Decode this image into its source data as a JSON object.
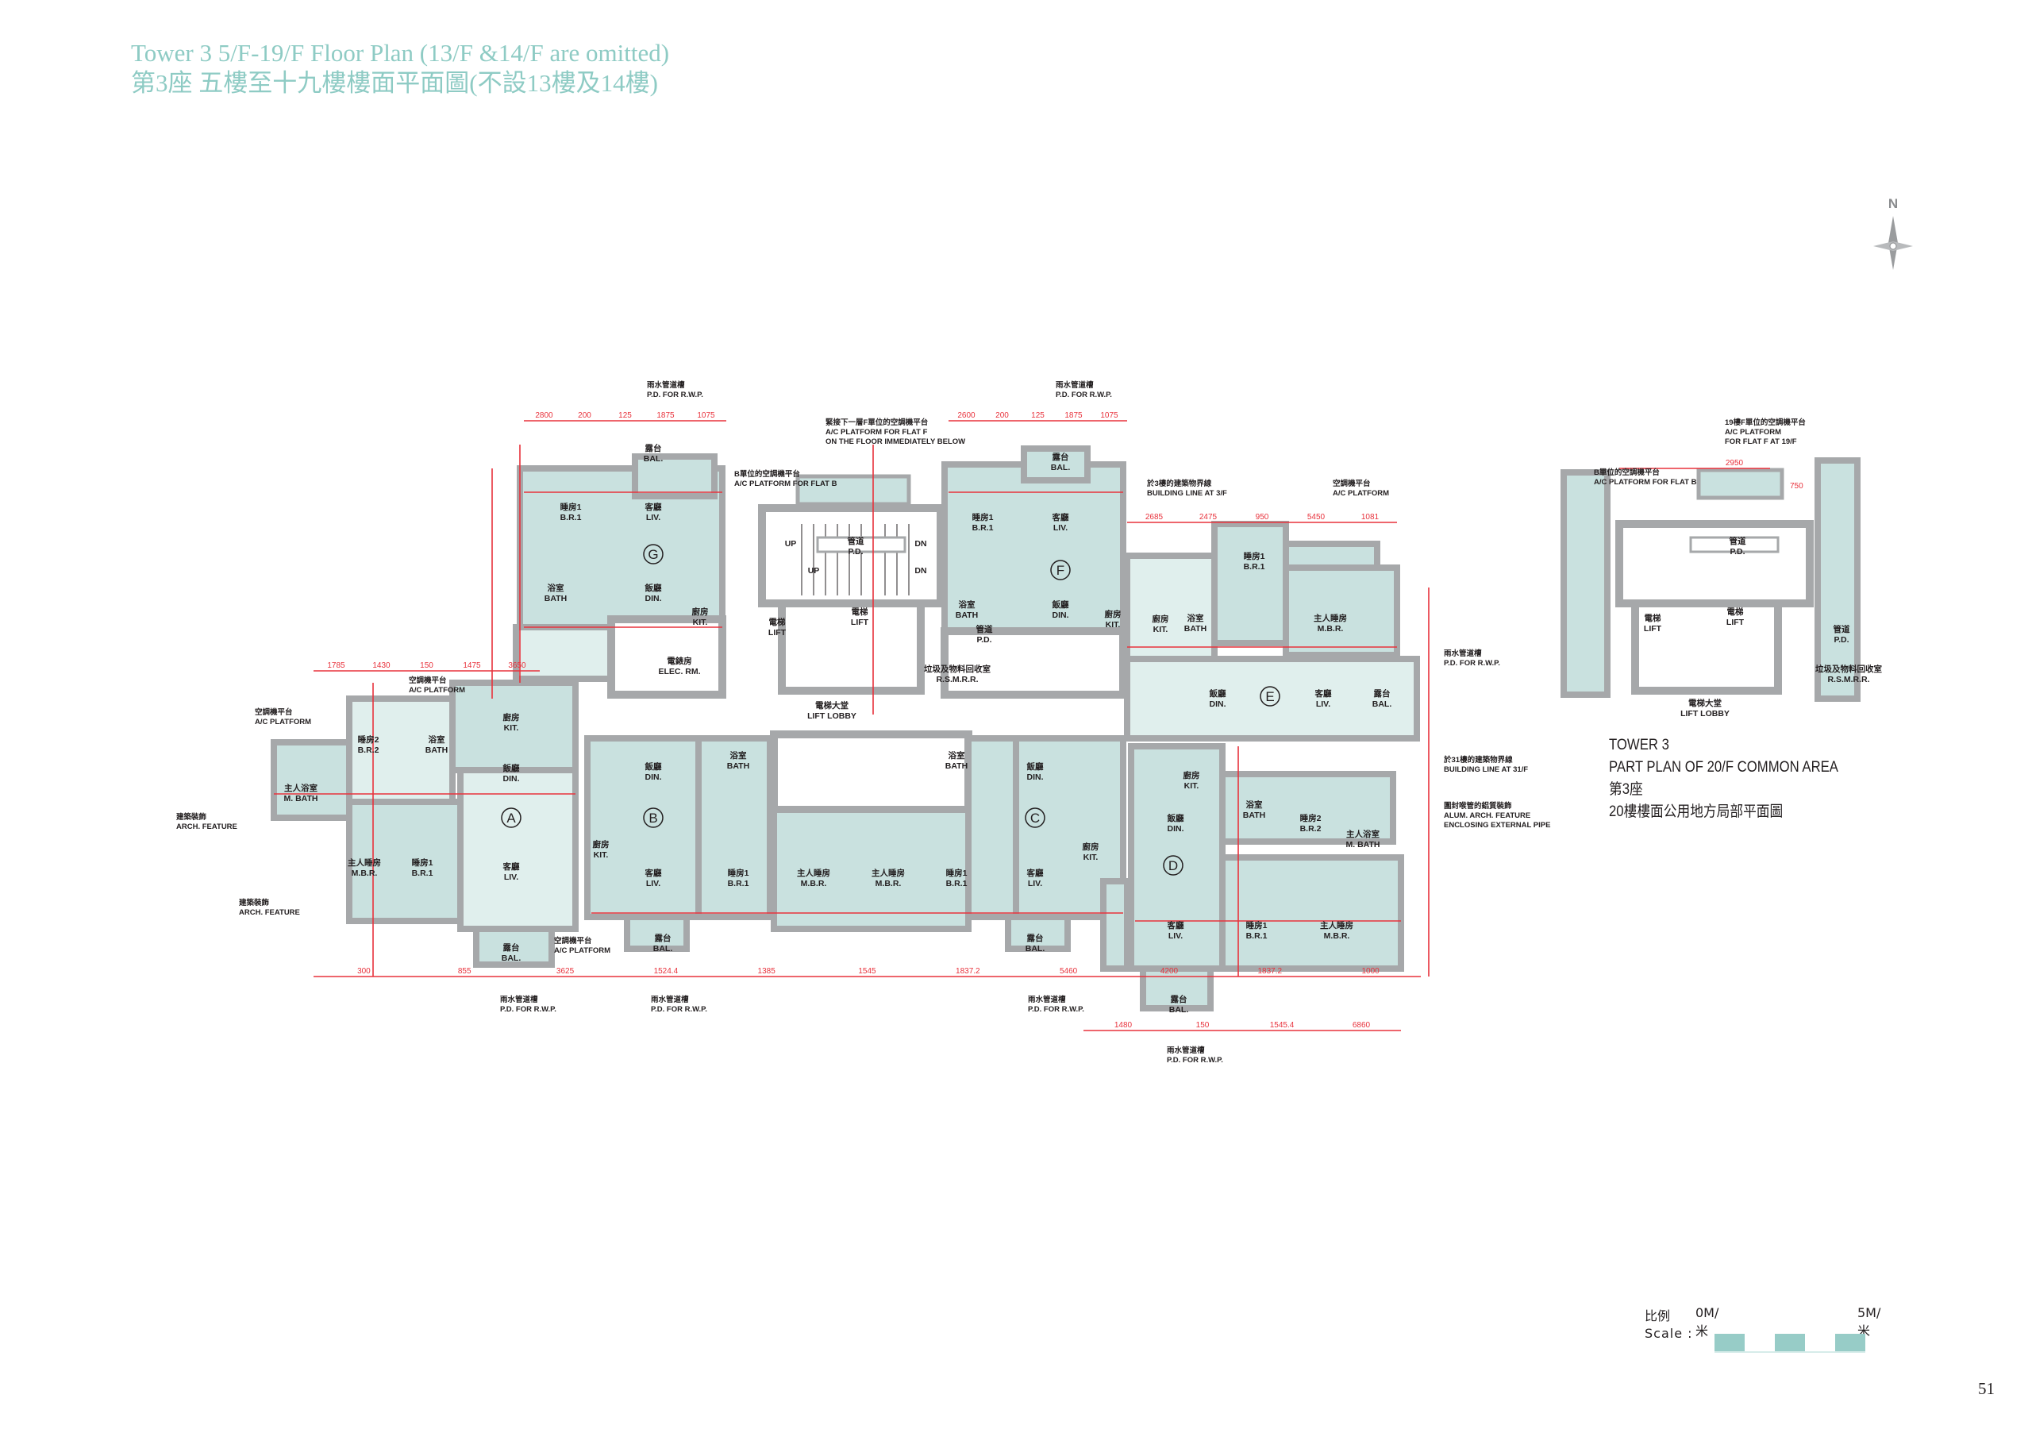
{
  "title": {
    "en": "Tower 3  5/F-19/F Floor Plan (13/F &14/F are omitted)",
    "zh": "第3座 五樓至十九樓樓面平面圖(不設13樓及14樓)"
  },
  "compass": {
    "label": "N",
    "icon": "north-arrow-icon"
  },
  "units": {
    "G": {
      "label": "G",
      "rooms": [
        {
          "zh": "睡房1",
          "en": "B.R.1"
        },
        {
          "zh": "客廳",
          "en": "LIV."
        },
        {
          "zh": "飯廳",
          "en": "DIN."
        },
        {
          "zh": "浴室",
          "en": "BATH"
        },
        {
          "zh": "廚房",
          "en": "KIT."
        },
        {
          "zh": "露台",
          "en": "BAL."
        },
        {
          "zh": "電錶房",
          "en": "ELEC. RM."
        }
      ]
    },
    "F": {
      "label": "F",
      "rooms": [
        {
          "zh": "睡房1",
          "en": "B.R.1"
        },
        {
          "zh": "客廳",
          "en": "LIV."
        },
        {
          "zh": "飯廳",
          "en": "DIN."
        },
        {
          "zh": "浴室",
          "en": "BATH"
        },
        {
          "zh": "廚房",
          "en": "KIT."
        },
        {
          "zh": "露台",
          "en": "BAL."
        }
      ]
    },
    "E": {
      "label": "E",
      "rooms": [
        {
          "zh": "廚房",
          "en": "KIT."
        },
        {
          "zh": "浴室",
          "en": "BATH"
        },
        {
          "zh": "睡房1",
          "en": "B.R.1"
        },
        {
          "zh": "主人睡房",
          "en": "M.B.R."
        },
        {
          "zh": "飯廳",
          "en": "DIN."
        },
        {
          "zh": "客廳",
          "en": "LIV."
        },
        {
          "zh": "露台",
          "en": "BAL."
        }
      ]
    },
    "A": {
      "label": "A",
      "rooms": [
        {
          "zh": "廚房",
          "en": "KIT."
        },
        {
          "zh": "飯廳",
          "en": "DIN."
        },
        {
          "zh": "客廳",
          "en": "LIV."
        },
        {
          "zh": "睡房2",
          "en": "B.R.2"
        },
        {
          "zh": "浴室",
          "en": "BATH"
        },
        {
          "zh": "主人浴室",
          "en": "M. BATH"
        },
        {
          "zh": "主人睡房",
          "en": "M.B.R."
        },
        {
          "zh": "睡房1",
          "en": "B.R.1"
        },
        {
          "zh": "露台",
          "en": "BAL."
        }
      ]
    },
    "B": {
      "label": "B",
      "rooms": [
        {
          "zh": "飯廳",
          "en": "DIN."
        },
        {
          "zh": "客廳",
          "en": "LIV."
        },
        {
          "zh": "廚房",
          "en": "KIT."
        },
        {
          "zh": "浴室",
          "en": "BATH"
        },
        {
          "zh": "睡房1",
          "en": "B.R.1"
        },
        {
          "zh": "露台",
          "en": "BAL."
        },
        {
          "zh": "主人睡房",
          "en": "M.B.R."
        }
      ]
    },
    "C": {
      "label": "C",
      "rooms": [
        {
          "zh": "浴室",
          "en": "BATH"
        },
        {
          "zh": "睡房1",
          "en": "B.R.1"
        },
        {
          "zh": "飯廳",
          "en": "DIN."
        },
        {
          "zh": "客廳",
          "en": "LIV."
        },
        {
          "zh": "廚房",
          "en": "KIT."
        },
        {
          "zh": "露台",
          "en": "BAL."
        },
        {
          "zh": "主人睡房",
          "en": "M.B.R."
        }
      ]
    },
    "D": {
      "label": "D",
      "rooms": [
        {
          "zh": "飯廳",
          "en": "DIN."
        },
        {
          "zh": "客廳",
          "en": "LIV."
        },
        {
          "zh": "廚房",
          "en": "KIT."
        },
        {
          "zh": "浴室",
          "en": "BATH"
        },
        {
          "zh": "睡房2",
          "en": "B.R.2"
        },
        {
          "zh": "主人浴室",
          "en": "M. BATH"
        },
        {
          "zh": "睡房1",
          "en": "B.R.1"
        },
        {
          "zh": "主人睡房",
          "en": "M.B.R."
        },
        {
          "zh": "露台",
          "en": "BAL."
        }
      ]
    }
  },
  "core": {
    "rooms": [
      {
        "zh": "電梯",
        "en": "LIFT"
      },
      {
        "zh": "電梯",
        "en": "LIFT"
      },
      {
        "zh": "管道",
        "en": "P.D."
      },
      {
        "zh": "電梯大堂",
        "en": "LIFT LOBBY"
      },
      {
        "zh": "垃圾及物料回收室",
        "en": "R.S.M.R.R."
      },
      {
        "zh": "管道",
        "en": "P.D."
      }
    ],
    "stairs": [
      "UP",
      "DN",
      "UP",
      "DN"
    ]
  },
  "annotations": [
    {
      "zh": "雨水管道槽",
      "en": "P.D. FOR R.W.P."
    },
    {
      "zh": "雨水管道槽",
      "en": "P.D. FOR R.W.P."
    },
    {
      "zh": "緊接下一層F單位的空調機平台",
      "en": "A/C PLATFORM FOR FLAT F",
      "en2": "ON THE FLOOR IMMEDIATELY BELOW"
    },
    {
      "zh": "B單位的空調機平台",
      "en": "A/C PLATFORM FOR FLAT B"
    },
    {
      "zh": "於3樓的建築物界線",
      "en": "BUILDING LINE AT 3/F"
    },
    {
      "zh": "空調機平台",
      "en": "A/C PLATFORM"
    },
    {
      "zh": "雨水管道槽",
      "en": "P.D. FOR R.W.P."
    },
    {
      "zh": "於31樓的建築物界線",
      "en": "BUILDING LINE AT 31/F"
    },
    {
      "zh": "圍封喉管的鋁質裝飾",
      "en": "ALUM. ARCH. FEATURE",
      "en2": "ENCLOSING EXTERNAL PIPE"
    },
    {
      "zh": "建築裝飾",
      "en": "ARCH. FEATURE"
    },
    {
      "zh": "建築裝飾",
      "en": "ARCH. FEATURE"
    },
    {
      "zh": "空調機平台",
      "en": "A/C PLATFORM"
    },
    {
      "zh": "空調機平台",
      "en": "A/C PLATFORM"
    },
    {
      "zh": "空調機平台",
      "en": "A/C PLATFORM"
    },
    {
      "zh": "雨水管道槽",
      "en": "P.D. FOR R.W.P."
    },
    {
      "zh": "雨水管道槽",
      "en": "P.D. FOR R.W.P."
    },
    {
      "zh": "雨水管道槽",
      "en": "P.D. FOR R.W.P."
    },
    {
      "zh": "雨水管道槽",
      "en": "P.D. FOR R.W.P."
    }
  ],
  "dimensions": {
    "g_top": [
      "2800",
      "200",
      "125",
      "1875",
      "1075"
    ],
    "f_top": [
      "2600",
      "200",
      "125",
      "1875",
      "1075"
    ],
    "a_top": [
      "1785",
      "1430",
      "150",
      "1475",
      "3650"
    ],
    "bottom": [
      "300",
      "855",
      "3625",
      "1524.4",
      "1385",
      "1545",
      "1837.2",
      "5460",
      "4200",
      "1837.2",
      "1000"
    ],
    "d_bottom": [
      "1480",
      "150",
      "1545.4",
      "6860"
    ],
    "e_top": [
      "2685",
      "2475",
      "950",
      "5450",
      "1081"
    ]
  },
  "part_plan": {
    "rooms": [
      {
        "zh": "電梯",
        "en": "LIFT"
      },
      {
        "zh": "電梯",
        "en": "LIFT"
      },
      {
        "zh": "管道",
        "en": "P.D."
      },
      {
        "zh": "電梯大堂",
        "en": "LIFT LOBBY"
      },
      {
        "zh": "垃圾及物料回收室",
        "en": "R.S.M.R.R."
      },
      {
        "zh": "管道",
        "en": "P.D."
      }
    ],
    "callouts": [
      {
        "zh": "B單位的空調機平台",
        "en": "A/C PLATFORM FOR FLAT B"
      },
      {
        "zh": "19樓F單位的空調機平台",
        "en": "A/C PLATFORM",
        "en2": "FOR FLAT F AT 19/F"
      }
    ],
    "dim": [
      "2950",
      "750"
    ],
    "caption": [
      "TOWER 3",
      "PART PLAN OF 20/F COMMON AREA",
      "第3座",
      "20樓樓面公用地方局部平面圖"
    ]
  },
  "scale": {
    "label_zh": "比例",
    "label_en": "Scale :",
    "start": "0M/米",
    "end": "5M/米",
    "color_fill": "#97ccc7"
  },
  "page_number": "51",
  "colors": {
    "title": "#8ecbc4",
    "room": "#c9e1df",
    "wall": "#a6a8aa",
    "dimension": "#e8323c"
  }
}
